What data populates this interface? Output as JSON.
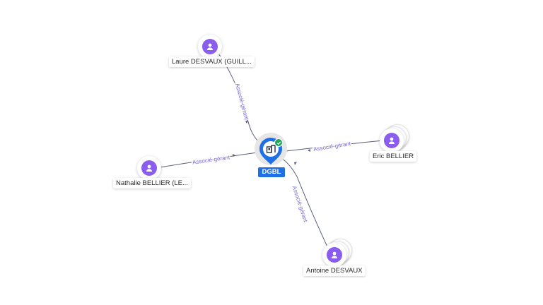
{
  "company": {
    "label": "DGBL",
    "icon": "building-icon",
    "verified_icon": "check-badge-icon",
    "color": "#1f6fe5"
  },
  "persons": [
    {
      "name": "Laure DESVAUX (GUILL...",
      "icon": "person-icon"
    },
    {
      "name": "Nathalie BELLIER (LE...",
      "icon": "person-icon"
    },
    {
      "name": "Eric BELLIER",
      "icon": "person-icon"
    },
    {
      "name": "Antoine DESVAUX",
      "icon": "person-icon"
    }
  ],
  "edges": [
    {
      "label": "Associé-gérant"
    },
    {
      "label": "Associé-gérant"
    },
    {
      "label": "Associé-gérant"
    },
    {
      "label": "Associé-gérant"
    }
  ],
  "colors": {
    "person_icon": "#8a5cf0",
    "edge_line": "#5a5f7a",
    "edge_label": "#7b6ad6",
    "verified": "#23a55a"
  }
}
